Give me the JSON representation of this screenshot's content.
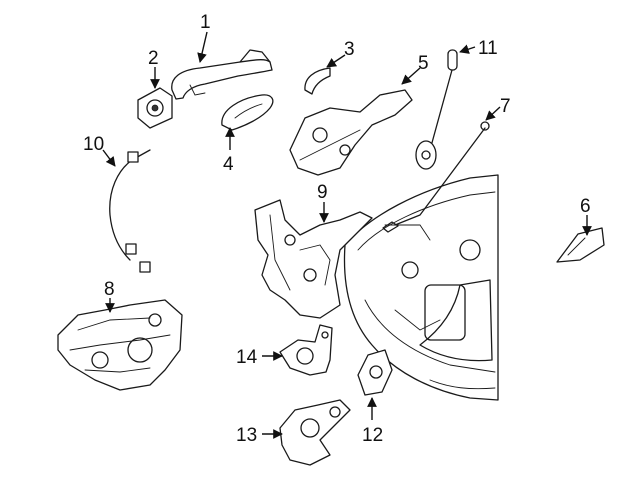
{
  "diagram": {
    "callouts": [
      {
        "id": "p1",
        "label": "1"
      },
      {
        "id": "p2",
        "label": "2"
      },
      {
        "id": "p3",
        "label": "3"
      },
      {
        "id": "p4",
        "label": "4"
      },
      {
        "id": "p5",
        "label": "5"
      },
      {
        "id": "p6",
        "label": "6"
      },
      {
        "id": "p7",
        "label": "7"
      },
      {
        "id": "p8",
        "label": "8"
      },
      {
        "id": "p9",
        "label": "9"
      },
      {
        "id": "p10",
        "label": "10"
      },
      {
        "id": "p11",
        "label": "11"
      },
      {
        "id": "p12",
        "label": "12"
      },
      {
        "id": "p13",
        "label": "13"
      },
      {
        "id": "p14",
        "label": "14"
      }
    ],
    "colors": {
      "line": "#1a1a1a",
      "background": "#ffffff"
    }
  }
}
